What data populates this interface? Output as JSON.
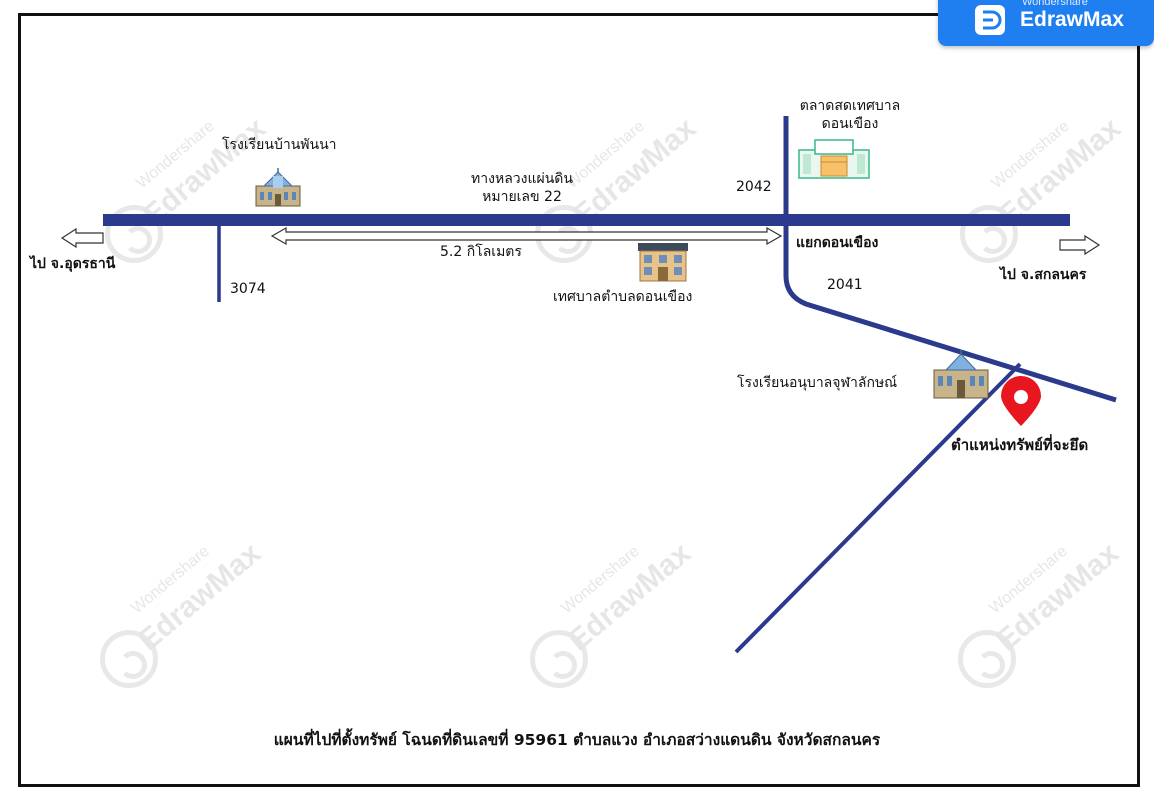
{
  "logo": {
    "small": "Wondershare",
    "big": "EdrawMax"
  },
  "watermark": {
    "line1": "Wondershare",
    "line2": "EdrawMax"
  },
  "labels": {
    "school_phannna": "โรงเรียนบ้านพันนา",
    "highway_line1": "ทางหลวงแผ่นดิน",
    "highway_line2": "หมายเลข 22",
    "market_line1": "ตลาดสดเทศบาล",
    "market_line2": "ดอนเขือง",
    "road_2042": "2042",
    "to_udon": "ไป จ.อุดรธานี",
    "to_sakon": "ไป จ.สกลนคร",
    "distance": "5.2 กิโลเมตร",
    "intersection": "แยกดอนเขือง",
    "road_3074": "3074",
    "road_2041": "2041",
    "municipality": "เทศบาลตำบลดอนเขือง",
    "kindergarten": "โรงเรียนอนุบาลจุฬาลักษณ์",
    "property": "ตำแหน่งทรัพย์ที่จะยึด"
  },
  "caption": "แผนที่ไปที่ตั้งทรัพย์ โฉนดที่ดินเลขที่ 95961 ตำบลแวง อำเภอสว่างแดนดิน จังหวัดสกลนคร",
  "colors": {
    "road": "#2b3a8c",
    "pin": "#e8161f",
    "logo_bg": "#1f7ff0"
  }
}
